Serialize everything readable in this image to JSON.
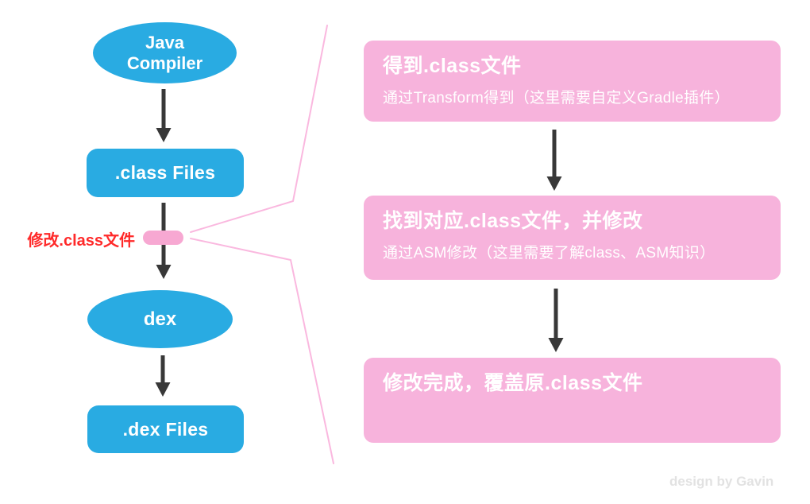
{
  "diagram": {
    "left_flow": {
      "node_java_compiler": "Java Compiler",
      "node_class_files": ".class Files",
      "node_dex": "dex",
      "node_dex_files": ".dex Files",
      "modify_label": "修改.class文件"
    },
    "steps": [
      {
        "title": "得到.class文件",
        "subtitle": "通过Transform得到（这里需要自定义Gradle插件）"
      },
      {
        "title": "找到对应.class文件，并修改",
        "subtitle": "通过ASM修改（这里需要了解class、ASM知识）"
      },
      {
        "title": "修改完成，覆盖原.class文件",
        "subtitle": ""
      }
    ],
    "credit": "design by Gavin",
    "colors": {
      "node_blue": "#29ABE2",
      "panel_pink": "#F7B3DC",
      "pill_pink": "#F7A8D2",
      "callout_line_pink": "#FAB8DF",
      "label_red": "#FF2A2A",
      "arrow_dark": "#383838",
      "credit_gray": "#E2E2E2",
      "background": "#FFFFFF"
    }
  }
}
